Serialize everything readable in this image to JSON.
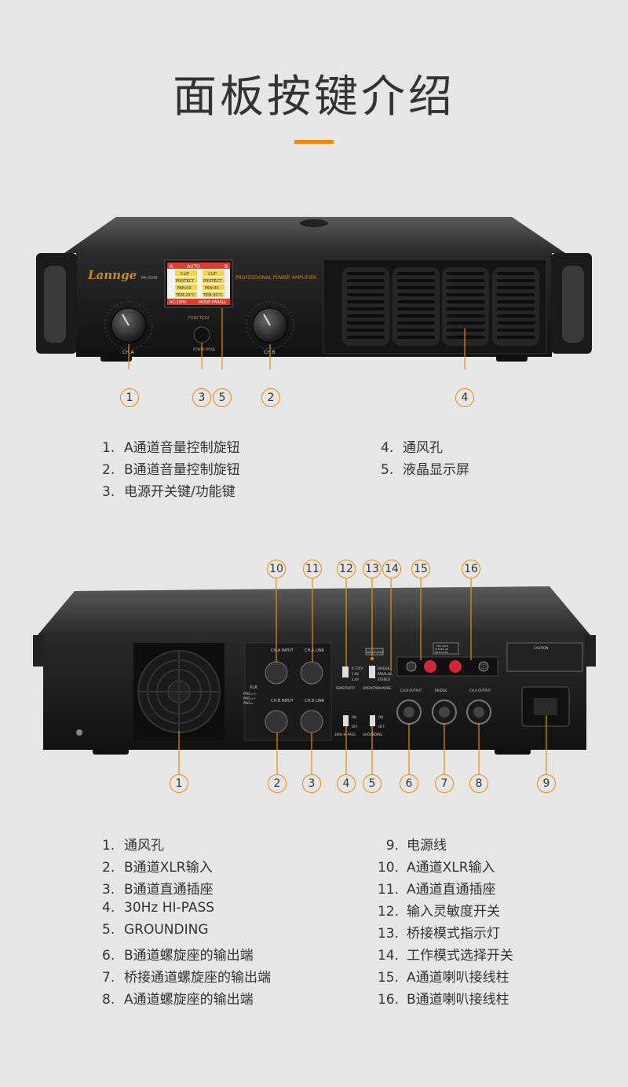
{
  "title": "面板按键介绍",
  "colors": {
    "accent": "#f08a00",
    "background": "#e6e6e6",
    "panel": "#1c1c1c"
  },
  "front": {
    "brand": "Lannge",
    "model": "PA-3500",
    "subtitle": "PROFESSIONAL POWER AMPLIFIER",
    "function_label": "FUNCTION",
    "power_label": "POWER MODE",
    "knob_a": "CH.A",
    "knob_b": "CH.B",
    "lcd": {
      "top": "AUTO",
      "left_ch": "A",
      "right_ch": "B",
      "clip": "CLIP",
      "protect": "PROTECT",
      "fan": "FAN:00",
      "tem_a": "TEM:29°C",
      "tem_b": "TEM:30°C",
      "ac": "AC:230V",
      "mode": "MODE:PARALL"
    },
    "callouts": [
      "1",
      "3",
      "5",
      "2",
      "4"
    ],
    "legend_left": [
      {
        "n": "1.",
        "t": "A通道音量控制旋钮"
      },
      {
        "n": "2.",
        "t": "B通道音量控制旋钮"
      },
      {
        "n": "3.",
        "t": "电源开关键/功能键"
      }
    ],
    "legend_right": [
      {
        "n": "4.",
        "t": "通风孔"
      },
      {
        "n": "5.",
        "t": "液晶显示屏"
      }
    ]
  },
  "rear": {
    "top_callouts": [
      "10",
      "11",
      "12",
      "13",
      "14",
      "15",
      "16"
    ],
    "bottom_callouts": [
      "1",
      "2",
      "3",
      "4",
      "5",
      "6",
      "7",
      "8",
      "9"
    ],
    "labels": {
      "cha_input": "CH.A INPUT",
      "cha_link": "CH.A LINK",
      "chb_input": "CH.B INPUT",
      "chb_link": "CH.B LINK",
      "xlr": "XLR",
      "pin1": "PIN1=⏚",
      "pin2": "PIN2=+",
      "pin3": "PIN3=-",
      "sens": "SENSITIVITY",
      "v1": "0.775V",
      "v2": "1.0V",
      "v3": "1.4V",
      "bridge": "BRIDGE",
      "parallel": "PARALLEL",
      "stereo": "STEREO",
      "opmode": "OPERATION MODE",
      "on": "ON",
      "off": "OFF",
      "hipass": "30Hz HI-PASS",
      "grounding": "GROUNDING",
      "chb_out": "CH.B OUTPUT",
      "bridge_out": "BRIDGE",
      "cha_out": "CH.A OUTPUT",
      "min_load": "MIN LOAD",
      "stereo_ohm": "STEREO 4Ω",
      "bridge_ohm": "BRIDGE 8Ω",
      "caution": "CAUTION",
      "bridge_mode": "BRIDGE MODE"
    },
    "legend_left": [
      {
        "n": "1.",
        "t": "通风孔"
      },
      {
        "n": "2.",
        "t": "B通道XLR输入"
      },
      {
        "n": "3.",
        "t": "B通道直通插座"
      },
      {
        "n": "4.",
        "t": "30Hz HI-PASS"
      },
      {
        "n": "5.",
        "t": "GROUNDING"
      },
      {
        "n": "6.",
        "t": "B通道螺旋座的输出端"
      },
      {
        "n": "7.",
        "t": "桥接通道螺旋座的输出端"
      },
      {
        "n": "8.",
        "t": "A通道螺旋座的输出端"
      }
    ],
    "legend_right": [
      {
        "n": "9.",
        "t": "电源线"
      },
      {
        "n": "10.",
        "t": "A通道XLR输入"
      },
      {
        "n": "11.",
        "t": "A通道直通插座"
      },
      {
        "n": "12.",
        "t": "输入灵敏度开关"
      },
      {
        "n": "13.",
        "t": "桥接模式指示灯"
      },
      {
        "n": "14.",
        "t": "工作模式选择开关"
      },
      {
        "n": "15.",
        "t": "A通道喇叭接线柱"
      },
      {
        "n": "16.",
        "t": "B通道喇叭接线柱"
      }
    ]
  }
}
